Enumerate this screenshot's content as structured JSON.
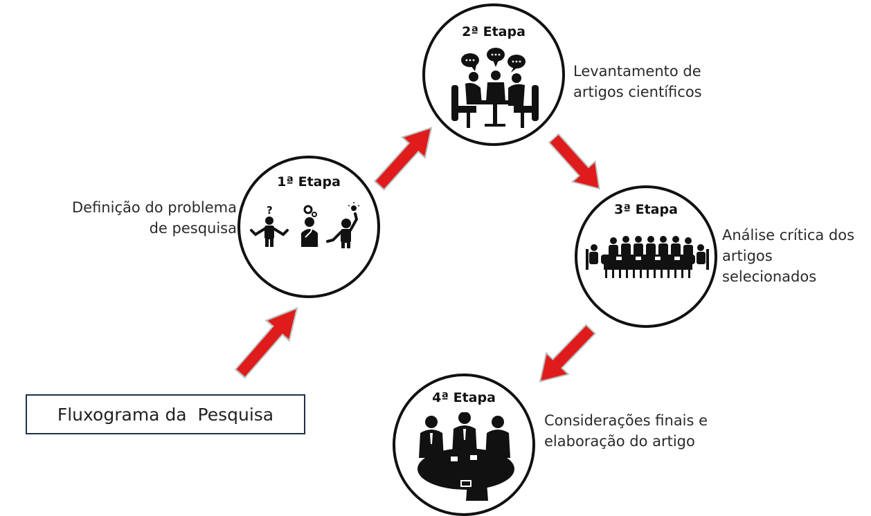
{
  "title": "Fluxograma da  Pesquisa",
  "colors": {
    "arrow": "#e01b1b",
    "arrow_outline": "#c0c0c0",
    "circle_border": "#111111",
    "icon": "#111111"
  },
  "stages": [
    {
      "label": "1ª Etapa",
      "caption_lines": [
        "Definição do problema",
        "de pesquisa"
      ],
      "icon": "people-thinking-icon"
    },
    {
      "label": "2ª Etapa",
      "caption_lines": [
        "Levantamento de",
        "artigos científicos"
      ],
      "icon": "discussion-table-icon"
    },
    {
      "label": "3ª Etapa",
      "caption_lines": [
        "Análise crítica dos",
        "artigos selecionados"
      ],
      "icon": "conference-table-icon"
    },
    {
      "label": "4ª Etapa",
      "caption_lines": [
        "Considerações finais e",
        "elaboração do artigo"
      ],
      "icon": "round-table-meeting-icon"
    }
  ]
}
